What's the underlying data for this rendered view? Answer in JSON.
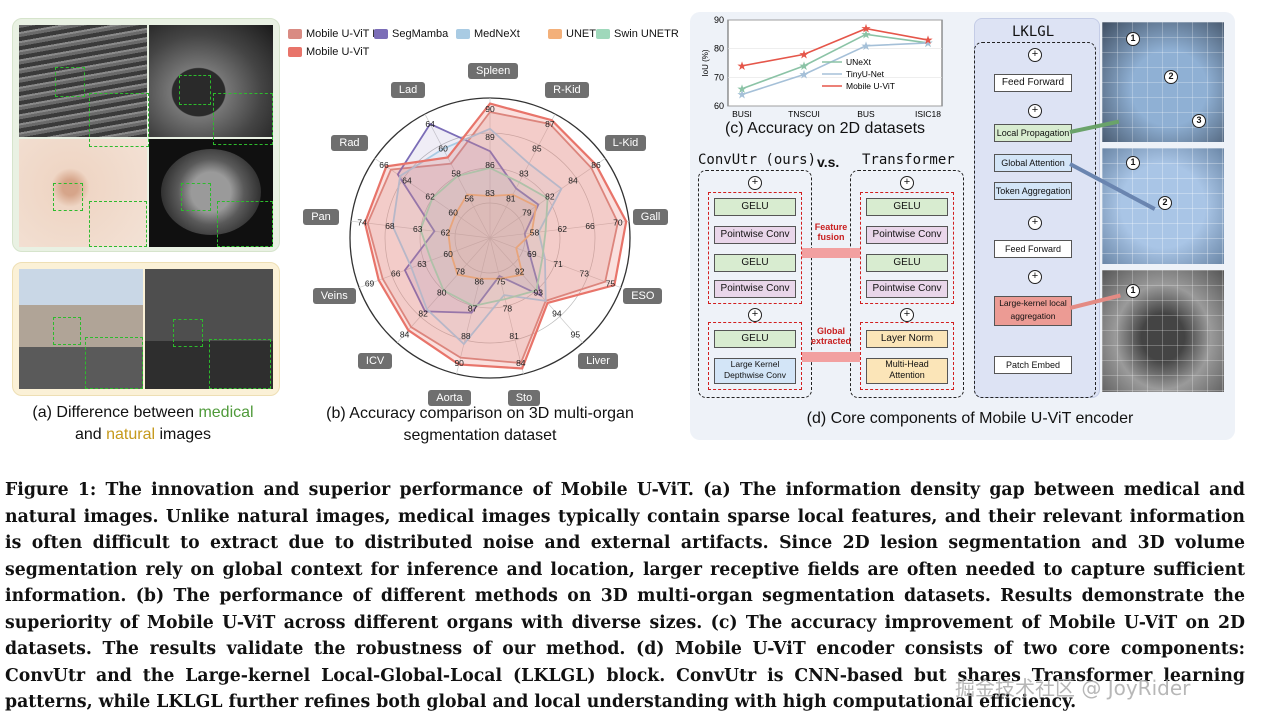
{
  "panel_a": {
    "caption_prefix": "(a) Difference between ",
    "caption_medical": "medical",
    "caption_and": "and ",
    "caption_natural": "natural",
    "caption_suffix": " images"
  },
  "panel_b": {
    "caption_line1": "(b) Accuracy comparison on 3D multi-organ",
    "caption_line2": "segmentation dataset",
    "legend": [
      {
        "name": "Mobile U-ViT L",
        "color": "#d98b83"
      },
      {
        "name": "SegMamba",
        "color": "#7b6db7"
      },
      {
        "name": "MedNeXt",
        "color": "#a9cbe3"
      },
      {
        "name": "UNETR",
        "color": "#f3b07a"
      },
      {
        "name": "Swin UNETR",
        "color": "#9fd8bb"
      },
      {
        "name": "Mobile U-ViT",
        "color": "#e8746a"
      }
    ],
    "organs": [
      "Spleen",
      "R-Kid",
      "L-Kid",
      "Gall",
      "ESO",
      "Liver",
      "Sto",
      "Aorta",
      "ICV",
      "Veins",
      "Pan",
      "Rad",
      "Lad"
    ],
    "chart_data": {
      "type": "radar",
      "categories": [
        "Spleen",
        "R-Kid",
        "L-Kid",
        "Gall",
        "ESO",
        "Liver",
        "Sto",
        "Aorta",
        "ICV",
        "Veins",
        "Pan",
        "Rad",
        "Lad"
      ],
      "tick_labels": [
        [
          "90",
          "89",
          "86",
          "83"
        ],
        [
          "87",
          "85",
          "83",
          "81"
        ],
        [
          "86",
          "84",
          "82",
          "79"
        ],
        [
          "70",
          "66",
          "62",
          "58"
        ],
        [
          "75",
          "73",
          "71",
          "69"
        ],
        [
          "95",
          "94",
          "93",
          "92"
        ],
        [
          "84",
          "81",
          "78",
          "75"
        ],
        [
          "90",
          "88",
          "87",
          "86"
        ],
        [
          "84",
          "82",
          "80",
          "78"
        ],
        [
          "69",
          "66",
          "63",
          "60"
        ],
        [
          "74",
          "68",
          "63",
          "62"
        ],
        [
          "66",
          "64",
          "62",
          "60"
        ],
        [
          "64",
          "60",
          "58",
          "56"
        ]
      ],
      "series": [
        {
          "name": "Mobile U-ViT L",
          "values": [
            0.9,
            0.92,
            0.88,
            0.92,
            0.88,
            0.6,
            0.92,
            0.88,
            0.85,
            0.82,
            0.88,
            0.86,
            0.6
          ]
        },
        {
          "name": "SegMamba",
          "values": [
            0.62,
            0.4,
            0.42,
            0.25,
            0.3,
            0.55,
            0.28,
            0.55,
            0.7,
            0.65,
            0.4,
            0.8,
            0.92
          ]
        },
        {
          "name": "MedNeXt",
          "values": [
            0.78,
            0.6,
            0.62,
            0.35,
            0.42,
            0.6,
            0.42,
            0.78,
            0.68,
            0.6,
            0.7,
            0.78,
            0.72
          ]
        },
        {
          "name": "UNETR",
          "values": [
            0.3,
            0.35,
            0.4,
            0.3,
            0.2,
            0.35,
            0.3,
            0.3,
            0.35,
            0.3,
            0.3,
            0.3,
            0.35
          ]
        },
        {
          "name": "Swin UNETR",
          "values": [
            0.5,
            0.45,
            0.5,
            0.4,
            0.4,
            0.5,
            0.45,
            0.5,
            0.5,
            0.45,
            0.5,
            0.5,
            0.5
          ]
        },
        {
          "name": "Mobile U-ViT",
          "values": [
            0.96,
            0.95,
            0.92,
            0.98,
            0.95,
            0.62,
            0.96,
            0.93,
            0.88,
            0.85,
            0.9,
            0.9,
            0.65
          ]
        }
      ]
    }
  },
  "panel_c": {
    "caption": "(c) Accuracy on 2D datasets",
    "chart_data": {
      "type": "line",
      "categories": [
        "BUSI",
        "TNSCUI",
        "BUS",
        "ISIC18"
      ],
      "ylabel": "IoU (%)",
      "ylim": [
        60,
        90
      ],
      "yticks": [
        "60",
        "70",
        "80",
        "90"
      ],
      "series": [
        {
          "name": "UNeXt",
          "values": [
            66,
            74,
            85,
            82
          ],
          "color": "#8bc3a6"
        },
        {
          "name": "TinyU-Net",
          "values": [
            64,
            71,
            81,
            82
          ],
          "color": "#a5c0d8"
        },
        {
          "name": "Mobile U-ViT",
          "values": [
            74,
            78,
            87,
            83
          ],
          "color": "#e5564a"
        }
      ]
    }
  },
  "panel_d": {
    "caption": "(d) Core components of Mobile U-ViT encoder",
    "convutr_title": "ConvUtr (ours)",
    "vs": "v.s.",
    "transformer_title": "Transformer",
    "feature_fusion": "Feature fusion",
    "global_extracted": "Global extracted",
    "convutr_blocks": [
      "GELU",
      "Pointwise Conv",
      "GELU",
      "Pointwise Conv",
      "GELU",
      "Large Kernel Depthwise Conv"
    ],
    "transformer_blocks": [
      "GELU",
      "Pointwise Conv",
      "GELU",
      "Pointwise Conv",
      "Layer Norm",
      "Multi-Head Attention"
    ],
    "lklgl_title": "LKLGL",
    "lklgl_blocks": [
      "Feed Forward",
      "Local Propagation",
      "Global Attention",
      "Token Aggregation",
      "Feed Forward",
      "Large-kernel local aggregation",
      "Patch Embed"
    ],
    "markers": [
      "1",
      "2",
      "3"
    ]
  },
  "figure_caption": "Figure 1: The innovation and superior performance of Mobile U-ViT. (a) The information density gap between medical and natural images. Unlike natural images, medical images typically contain sparse local features, and their relevant information is often difficult to extract due to distributed noise and external artifacts. Since 2D lesion segmentation and 3D volume segmentation rely on global context for inference and location, larger receptive fields are often needed to capture sufficient information. (b) The performance of different methods on 3D multi-organ segmentation datasets. Results demonstrate the superiority of Mobile U-ViT across different organs with diverse sizes. (c) The accuracy improvement of Mobile U-ViT on 2D datasets. The results validate the robustness of our method. (d) Mobile U-ViT encoder consists of two core components: ConvUtr and the Large-kernel Local-Global-Local (LKLGL) block. ConvUtr is CNN-based but shares Transformer learning patterns, while LKLGL further refines both global and local understanding with high computational efficiency.",
  "watermark": "掘金技术社区 @ JoyRider"
}
